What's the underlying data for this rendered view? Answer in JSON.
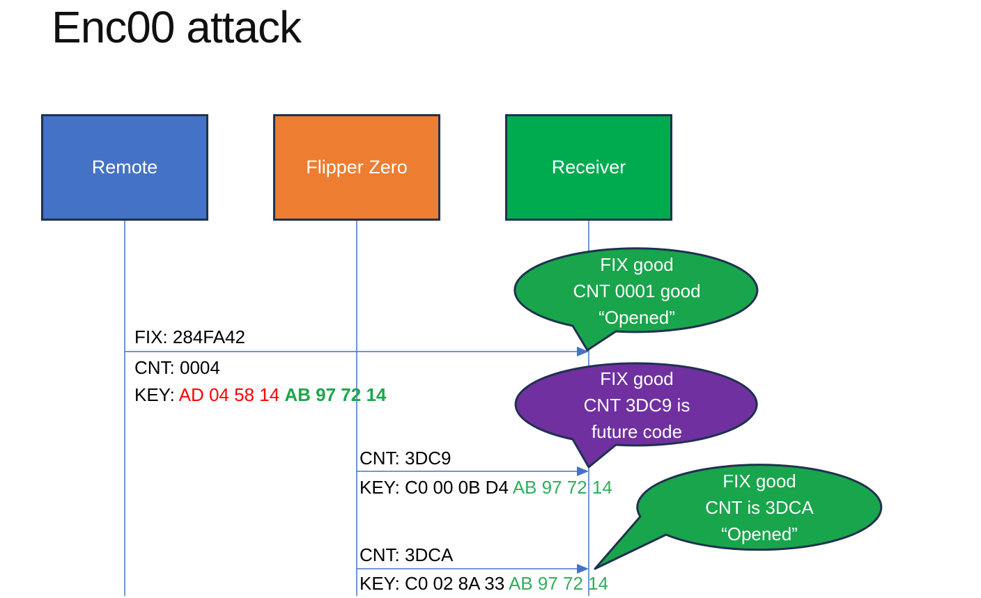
{
  "title": "Enc00 attack",
  "actors": [
    {
      "label": "Remote",
      "fill": "#4472C4"
    },
    {
      "label": "Flipper Zero",
      "fill": "#ED7D31"
    },
    {
      "label": "Receiver",
      "fill": "#00AB50"
    }
  ],
  "messages": {
    "m1": {
      "fix": "FIX: 284FA42",
      "cnt": "CNT: 0004",
      "key_prefix": "KEY: ",
      "key_red": "AD 04 58 14 ",
      "key_green": "AB 97 72 14"
    },
    "m2": {
      "cnt": "CNT: 3DC9",
      "key_prefix": "KEY: C0 00 0B D4 ",
      "key_green": "AB 97 72 14"
    },
    "m3": {
      "cnt": "CNT: 3DCA",
      "key_prefix": "KEY: C0 02 8A 33 ",
      "key_green": "AB 97 72 14"
    }
  },
  "callouts": {
    "c1": {
      "line1": "FIX good",
      "line2": "CNT 0001 good",
      "line3": "“Opened”",
      "fill": "#18A54B"
    },
    "c2": {
      "line1": "FIX good",
      "line2": "CNT 3DC9 is",
      "line3": "future code",
      "fill": "#7030A0"
    },
    "c3": {
      "line1": "FIX good",
      "line2": "CNT is 3DCA",
      "line3": "“Opened”",
      "fill": "#18A54B"
    }
  },
  "colors": {
    "remote_blue": "#4472C4",
    "flipper_orange": "#ED7D31",
    "receiver_green": "#00AB50",
    "callout_green": "#18A54B",
    "callout_purple": "#7030A0",
    "outline_navy": "#1F3150",
    "connector_blue": "#4472C4",
    "key_red": "#FF0000",
    "key_green_bold": "#1CA64B",
    "key_green": "#2FAE5C",
    "text_black": "#000000",
    "text_white": "#FFFFFF"
  }
}
